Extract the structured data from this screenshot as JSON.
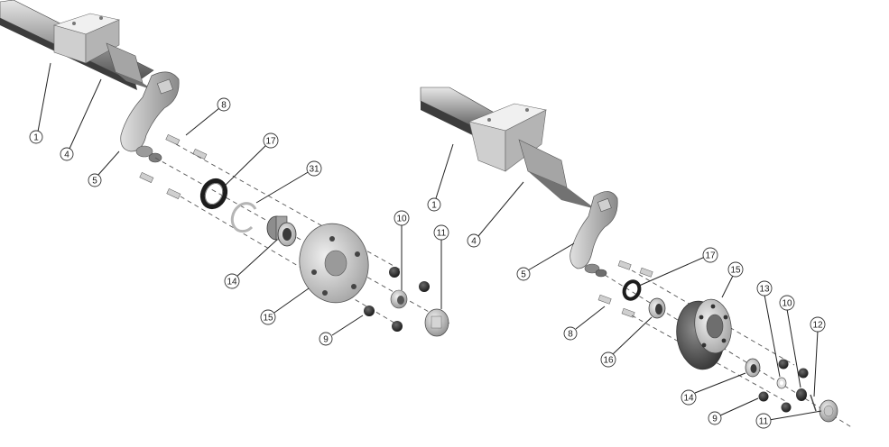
{
  "diagram": {
    "colors": {
      "steel_light": "#d9d9d9",
      "steel_mid": "#a8a8a8",
      "steel_dark": "#5a5a5a",
      "black": "#1c1c1c",
      "callout_stroke": "#333333"
    },
    "left_assembly": {
      "callouts": [
        "1",
        "4",
        "5",
        "8",
        "17",
        "31",
        "14",
        "15",
        "10",
        "11",
        "9"
      ]
    },
    "right_assembly": {
      "callouts": [
        "1",
        "4",
        "5",
        "17",
        "15",
        "8",
        "16",
        "13",
        "10",
        "12",
        "14",
        "9",
        "11"
      ]
    }
  }
}
